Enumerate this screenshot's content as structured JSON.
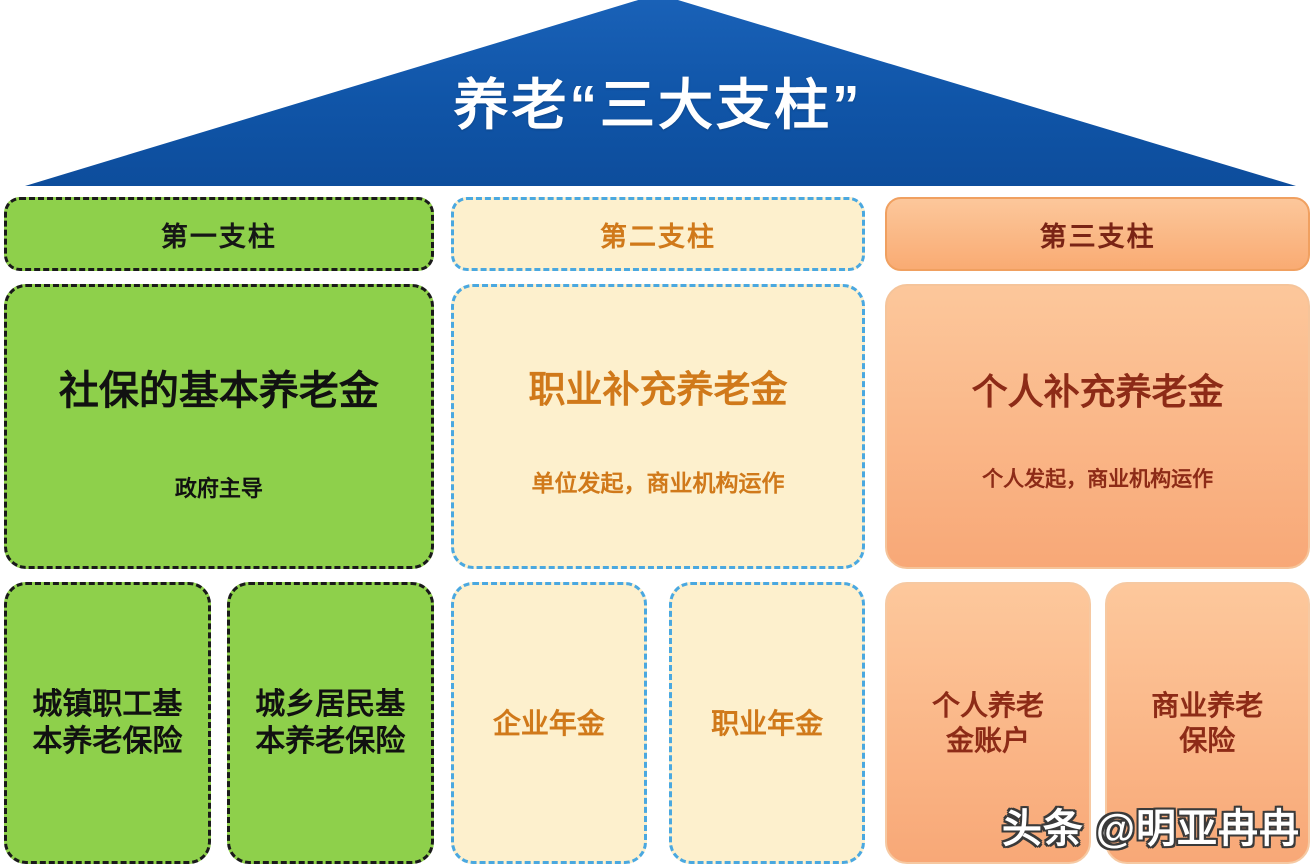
{
  "roof": {
    "title": "养老“三大支柱”",
    "fill_color": "#1055a8"
  },
  "colors": {
    "blue": "#1055a8",
    "green": "#8ed04b",
    "cream": "#fdf0cd",
    "orange": "#fab98c",
    "green_border": "#1a1a1a",
    "cream_border": "#4aa8e0",
    "orange_border": "#f0a060",
    "green_text": "#111111",
    "cream_text": "#d0791a",
    "orange_text": "#8d2b17"
  },
  "pillars": [
    {
      "header": "第一支柱",
      "main_title": "社保的基本养老金",
      "main_subtitle": "政府主导",
      "sub_items": [
        {
          "label": "城镇职工基\n本养老保险"
        },
        {
          "label": "城乡居民基\n本养老保险"
        }
      ]
    },
    {
      "header": "第二支柱",
      "main_title": "职业补充养老金",
      "main_subtitle": "单位发起，商业机构运作",
      "sub_items": [
        {
          "label": "企业年金"
        },
        {
          "label": "职业年金"
        }
      ]
    },
    {
      "header": "第三支柱",
      "main_title": "个人补充养老金",
      "main_subtitle": "个人发起，商业机构运作",
      "sub_items": [
        {
          "label": "个人养老\n金账户"
        },
        {
          "label": "商业养老\n保险"
        }
      ]
    }
  ],
  "watermark": {
    "text": "头条 @明亚冉冉"
  }
}
